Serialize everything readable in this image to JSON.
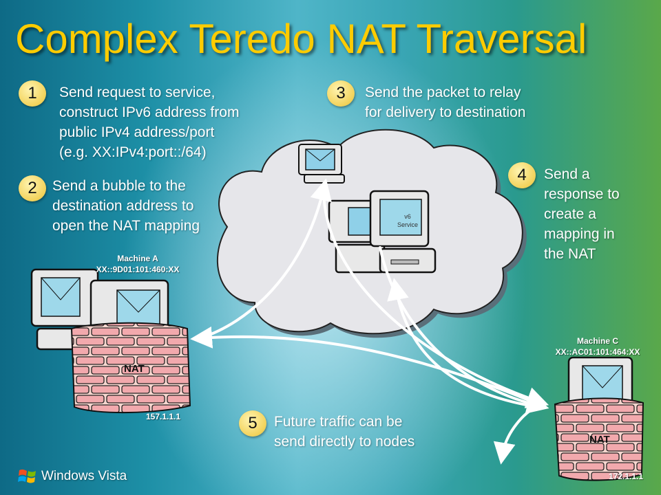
{
  "title": "Complex Teredo NAT Traversal",
  "steps": [
    {
      "number": "1",
      "text": "Send request to service,\nconstruct IPv6 address from\npublic IPv4 address/port\n(e.g. XX:IPv4:port::/64)"
    },
    {
      "number": "2",
      "text": "Send a bubble to the\ndestination address to\nopen the NAT mapping"
    },
    {
      "number": "3",
      "text": "Send the packet to relay\nfor delivery to destination"
    },
    {
      "number": "4",
      "text": "Send a\nresponse to\ncreate a\nmapping in\nthe NAT"
    },
    {
      "number": "5",
      "text": "Future traffic can be\nsend directly to nodes"
    }
  ],
  "machine_a": {
    "name": "Machine A",
    "address": "XX::9D01:101:460:XX",
    "public_ip": "157.1.1.1",
    "nat_label": "NAT"
  },
  "machine_c": {
    "name": "Machine C",
    "address": "XX::AC01:101:464:XX",
    "public_ip": "172.1.1.1",
    "nat_label": "NAT"
  },
  "service_label": "v6\nService",
  "logo": {
    "text": "Windows Vista"
  },
  "colors": {
    "title": "#ffcc00",
    "step_badge": "#f2d25a",
    "arrow": "#ffffff",
    "brick": "#f4b8b8",
    "cloud": "#e6e6ea"
  }
}
